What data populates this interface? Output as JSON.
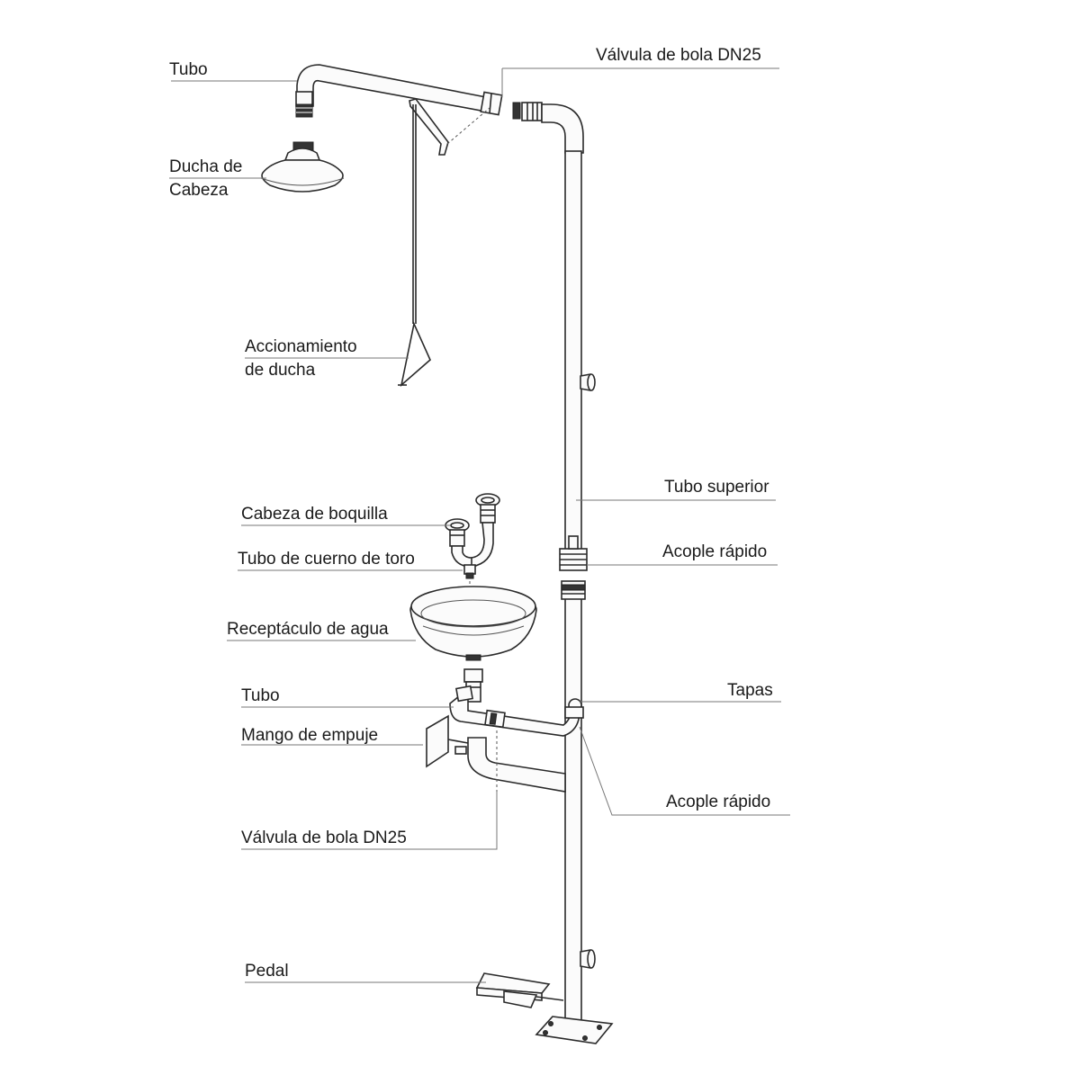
{
  "labels": {
    "tubo_top": "Tubo",
    "valvula_top": "Válvula de bola DN25",
    "ducha_line1": "Ducha de",
    "ducha_line2": "Cabeza",
    "accion_line1": "Accionamiento",
    "accion_line2": "de ducha",
    "tubo_superior": "Tubo superior",
    "cabeza_boquilla": "Cabeza de boquilla",
    "acople_rapido_1": "Acople rápido",
    "tubo_cuerno": "Tubo de cuerno de toro",
    "receptaculo": "Receptáculo de agua",
    "tubo_bottom": "Tubo",
    "tapas": "Tapas",
    "mango": "Mango de empuje",
    "acople_rapido_2": "Acople rápido",
    "valvula_bottom": "Válvula de bola DN25",
    "pedal": "Pedal"
  },
  "colors": {
    "line": "#2a2a2a",
    "pipe_fill": "#fbfbfb",
    "text": "#1a1a1a"
  }
}
